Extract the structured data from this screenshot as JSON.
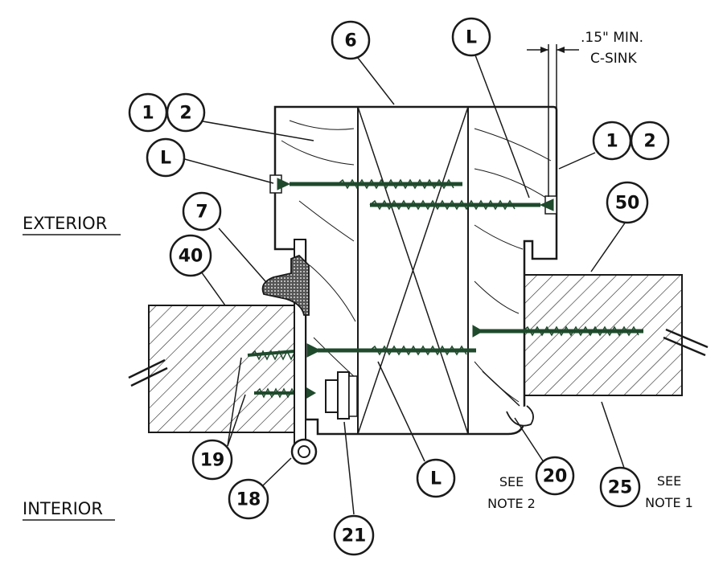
{
  "labels": {
    "exterior": "EXTERIOR",
    "interior": "INTERIOR",
    "csink_line1": ".15\" MIN.",
    "csink_line2": "C-SINK",
    "see_note2_line1": "SEE",
    "see_note2_line2": "NOTE 2",
    "see_note1_line1": "SEE",
    "see_note1_line2": "NOTE 1"
  },
  "callouts": {
    "c6": "6",
    "cL_top": "L",
    "c1_top": "1",
    "c2_top": "2",
    "c1_right": "1",
    "c2_right": "2",
    "cL_left": "L",
    "c50": "50",
    "c7": "7",
    "c40": "40",
    "c19": "19",
    "c18": "18",
    "cL_bottom": "L",
    "c20": "20",
    "c25": "25",
    "c21": "21"
  },
  "colors": {
    "ink": "#1a1a1a",
    "screw": "#1f4a2c"
  }
}
